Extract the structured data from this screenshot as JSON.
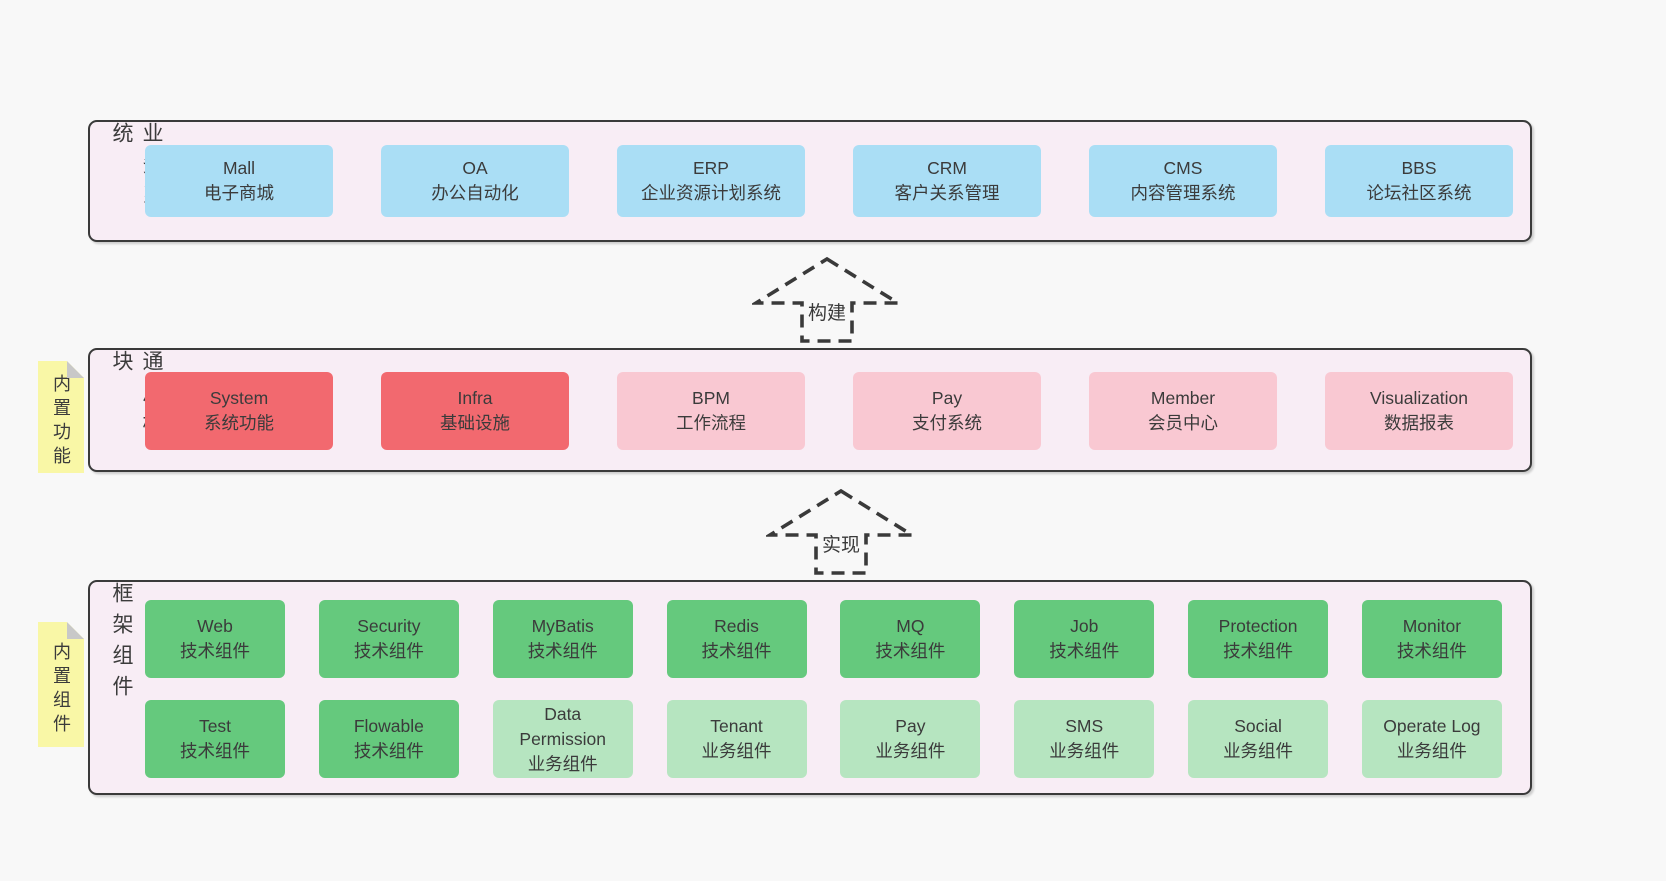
{
  "colors": {
    "page_bg": "#f8f8f8",
    "band_bg": "#f8edf5",
    "band_border": "#3a3a3a",
    "blue": "#aadef5",
    "red": "#f2696f",
    "pink": "#f9c8d2",
    "green": "#65c97d",
    "light_green": "#b6e5c0",
    "note_yellow": "#f9f7a6",
    "fold_gray": "#c8c8c8"
  },
  "arrows": [
    {
      "label": "构建"
    },
    {
      "label": "实现"
    }
  ],
  "bands": [
    {
      "label": "业务系统",
      "boxes": [
        {
          "name": "Mall",
          "subtitle": "电子商城"
        },
        {
          "name": "OA",
          "subtitle": "办公自动化"
        },
        {
          "name": "ERP",
          "subtitle": "企业资源计划系统"
        },
        {
          "name": "CRM",
          "subtitle": "客户关系管理"
        },
        {
          "name": "CMS",
          "subtitle": "内容管理系统"
        },
        {
          "name": "BBS",
          "subtitle": "论坛社区系统"
        }
      ]
    },
    {
      "label": "通用模块",
      "note": "内置功能",
      "boxes": [
        {
          "name": "System",
          "subtitle": "系统功能"
        },
        {
          "name": "Infra",
          "subtitle": "基础设施"
        },
        {
          "name": "BPM",
          "subtitle": "工作流程"
        },
        {
          "name": "Pay",
          "subtitle": "支付系统"
        },
        {
          "name": "Member",
          "subtitle": "会员中心"
        },
        {
          "name": "Visualization",
          "subtitle": "数据报表"
        }
      ]
    },
    {
      "label": "框架组件",
      "note": "内置组件",
      "rows": [
        [
          {
            "name": "Web",
            "subtitle": "技术组件"
          },
          {
            "name": "Security",
            "subtitle": "技术组件"
          },
          {
            "name": "MyBatis",
            "subtitle": "技术组件"
          },
          {
            "name": "Redis",
            "subtitle": "技术组件"
          },
          {
            "name": "MQ",
            "subtitle": "技术组件"
          },
          {
            "name": "Job",
            "subtitle": "技术组件"
          },
          {
            "name": "Protection",
            "subtitle": "技术组件"
          },
          {
            "name": "Monitor",
            "subtitle": "技术组件"
          }
        ],
        [
          {
            "name": "Test",
            "subtitle": "技术组件"
          },
          {
            "name": "Flowable",
            "subtitle": "技术组件"
          },
          {
            "name": "Data Permission",
            "subtitle": "业务组件"
          },
          {
            "name": "Tenant",
            "subtitle": "业务组件"
          },
          {
            "name": "Pay",
            "subtitle": "业务组件"
          },
          {
            "name": "SMS",
            "subtitle": "业务组件"
          },
          {
            "name": "Social",
            "subtitle": "业务组件"
          },
          {
            "name": "Operate Log",
            "subtitle": "业务组件"
          }
        ]
      ]
    }
  ]
}
